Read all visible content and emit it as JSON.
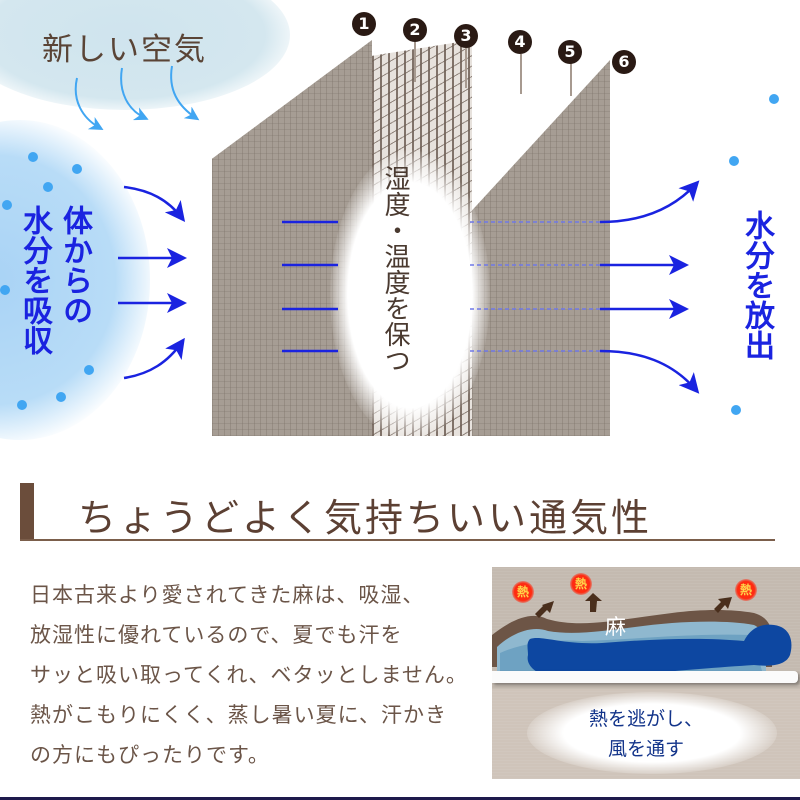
{
  "diagram": {
    "fresh_air_label": "新しい空気",
    "body_moisture_label": "体からの水分を吸収",
    "body_moisture_lines": [
      "体からの",
      "水分を吸収"
    ],
    "center_label": "湿度・温度を保つ",
    "release_label": "水分を放出",
    "layer_numbers": [
      "1",
      "2",
      "3",
      "4",
      "5",
      "6"
    ],
    "colors": {
      "arrow_blue": "#1a23e0",
      "air_arrow": "#41a6f2",
      "fabric": "#a69d94",
      "marker": "#2a1a14"
    }
  },
  "section": {
    "title": "ちょうどよく気持ちいい通気性",
    "accent_color": "#6b4d3b"
  },
  "description": {
    "lines": [
      "日本古来より愛されてきた麻は、吸湿、",
      "放湿性に優れているので、夏でも汗を",
      "サッと吸い取ってくれ、ベタッとしません。",
      "熱がこもりにくく、蒸し暑い夏に、汗かき",
      "の方にもぴったりです。"
    ]
  },
  "illustration": {
    "heat_labels": [
      "熱",
      "熱",
      "熱"
    ],
    "fabric_label": "麻",
    "caption_lines": [
      "熱を逃がし、",
      "風を通す"
    ],
    "caption_color": "#13348a"
  }
}
